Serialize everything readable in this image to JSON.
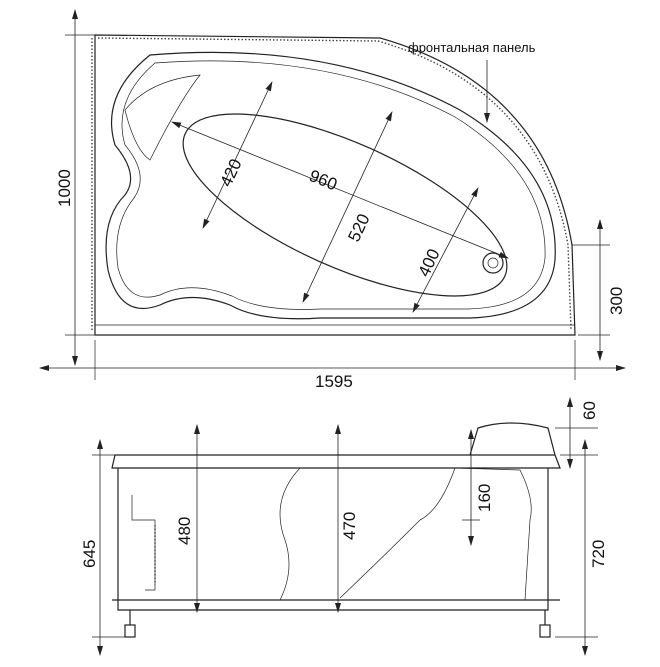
{
  "top_view": {
    "callout": "фронтальная панель",
    "dims": {
      "width": "1595",
      "depth": "1000",
      "side_depth": "300",
      "bowl_length": "960",
      "width_head": "420",
      "width_mid": "520",
      "width_foot": "400"
    }
  },
  "side_view": {
    "dims": {
      "height_frame": "645",
      "height_total": "720",
      "rim": "60",
      "depth_head": "480",
      "depth_mid": "470",
      "headrest": "160"
    }
  }
}
